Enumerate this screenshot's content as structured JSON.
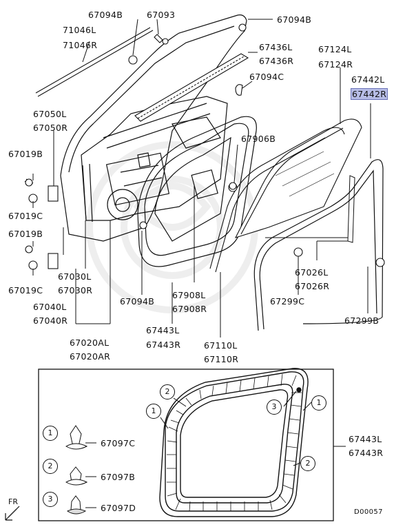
{
  "parts": {
    "p67094B_top": "67094B",
    "p67093": "67093",
    "p67094B_right": "67094B",
    "p71046": [
      "71046L",
      "71046R"
    ],
    "p67436": [
      "67436L",
      "67436R"
    ],
    "p67124": [
      "67124L",
      "67124R"
    ],
    "p67442": [
      "67442L",
      "67442R"
    ],
    "p67094C": "67094C",
    "p67050": [
      "67050L",
      "67050R"
    ],
    "p67906B": "67906B",
    "p67019B_a": "67019B",
    "p67019C_a": "67019C",
    "p67019B_b": "67019B",
    "p67019C_b": "67019C",
    "p67030": [
      "67030L",
      "67030R"
    ],
    "p67040": [
      "67040L",
      "67040R"
    ],
    "p67094B_bottom": "67094B",
    "p67908": [
      "67908L",
      "67908R"
    ],
    "p67443_mid": [
      "67443L",
      "67443R"
    ],
    "p67110": [
      "67110L",
      "67110R"
    ],
    "p67020A": [
      "67020AL",
      "67020AR"
    ],
    "p67026": [
      "67026L",
      "67026R"
    ],
    "p67299C": "67299C",
    "p67299B": "67299B"
  },
  "detail": {
    "clips": [
      {
        "num": "1",
        "part": "67097C"
      },
      {
        "num": "2",
        "part": "67097B"
      },
      {
        "num": "3",
        "part": "67097D"
      }
    ],
    "callouts": [
      "2",
      "1",
      "3",
      "1",
      "2"
    ],
    "seal_part": [
      "67443L",
      "67443R"
    ],
    "code": "D00057"
  },
  "direction": "FR",
  "colors": {
    "highlight": "#b7bde6",
    "line": "#111111"
  }
}
